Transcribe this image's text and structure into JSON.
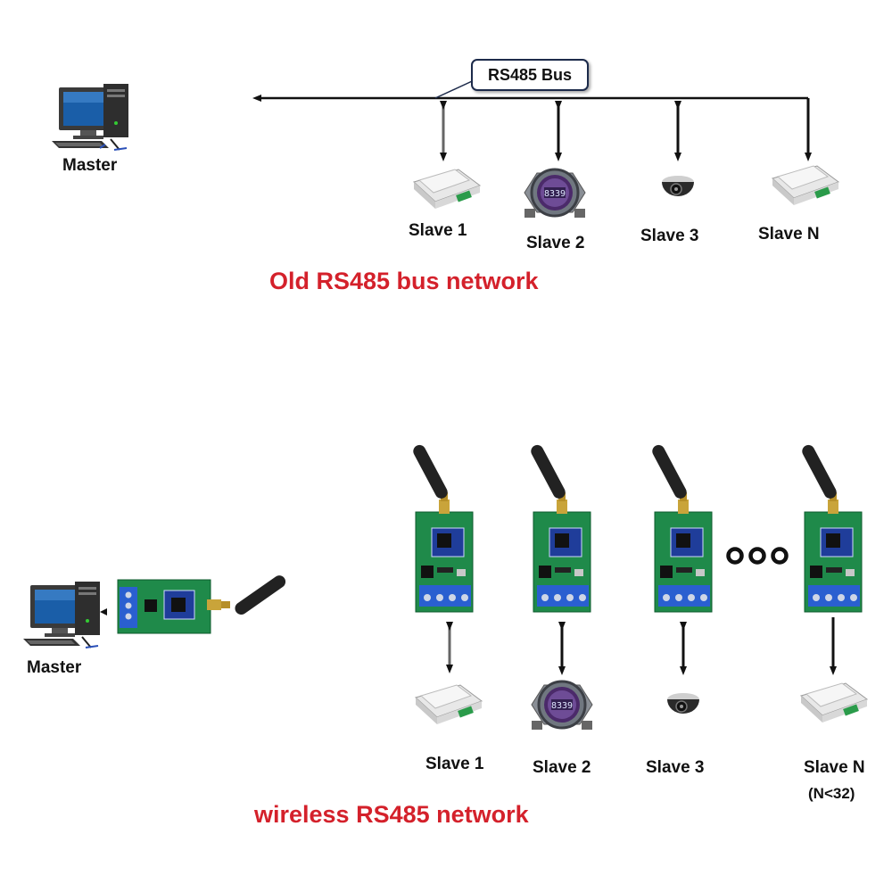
{
  "top": {
    "master_label": "Master",
    "bus_label": "RS485 Bus",
    "slaves": [
      "Slave 1",
      "Slave 2",
      "Slave 3",
      "Slave N"
    ],
    "title": "Old RS485 bus network"
  },
  "bottom": {
    "master_label": "Master",
    "slaves": [
      "Slave 1",
      "Slave 2",
      "Slave 3",
      "Slave N"
    ],
    "slave_n_note": "(N<32)",
    "title": "wireless RS485 network"
  },
  "colors": {
    "title": "#d4212b",
    "pcb": "#1d8a48",
    "terminal": "#2a5fd0",
    "antenna": "#222222"
  },
  "icons": [
    "computer-icon",
    "scale-icon",
    "pressure-meter-icon",
    "dome-camera-icon",
    "rs485-wireless-module-icon"
  ]
}
